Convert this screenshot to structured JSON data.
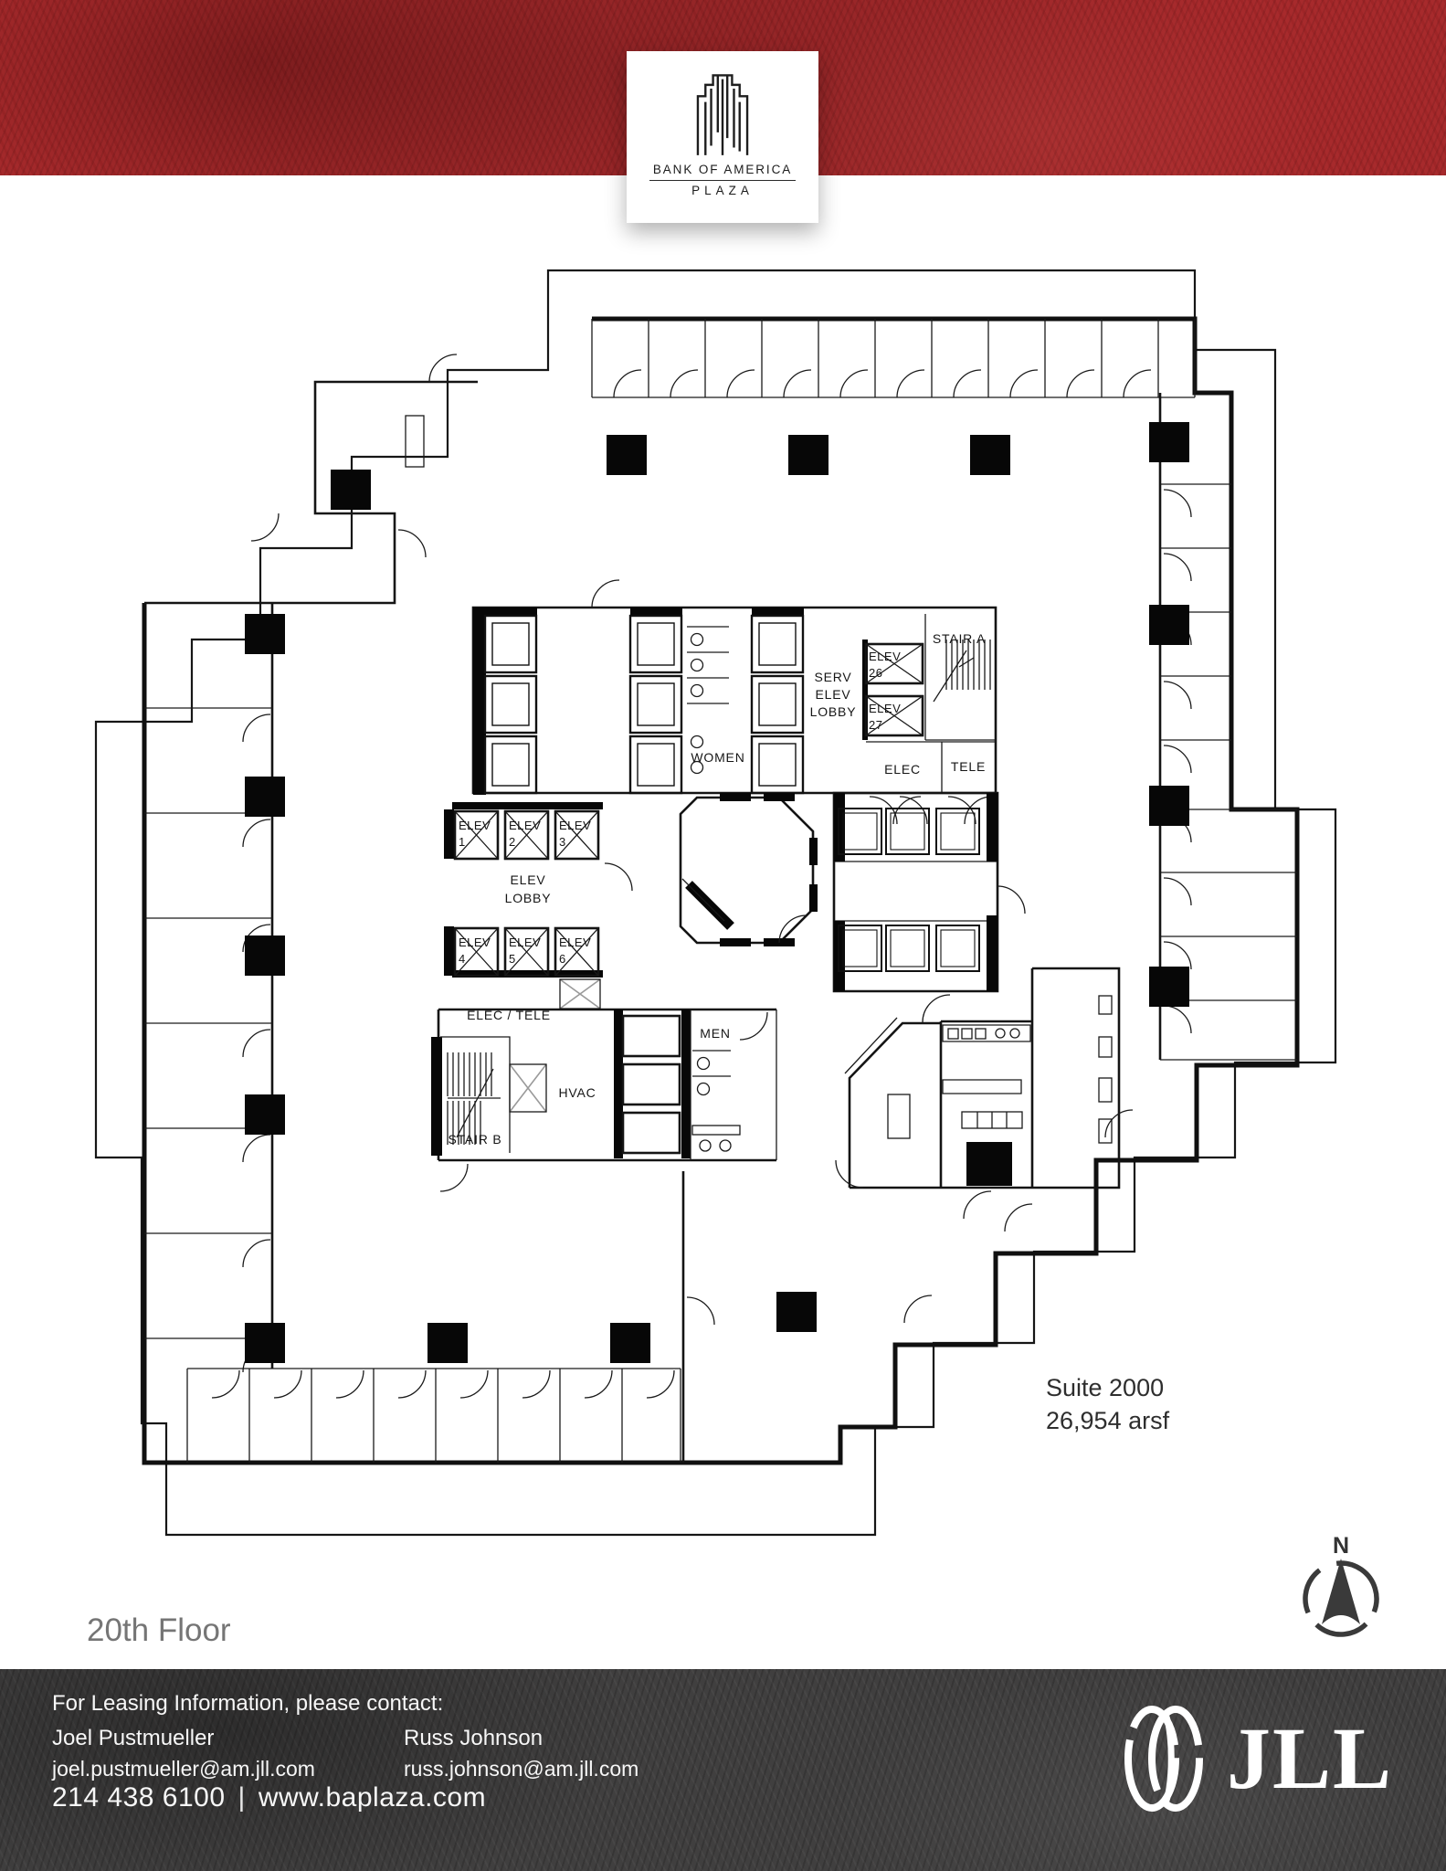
{
  "header": {
    "logo_line1": "BANK OF AMERICA",
    "logo_line2": "PLAZA"
  },
  "plan": {
    "suite_line1": "Suite 2000",
    "suite_line2": "26,954 arsf",
    "floor_label": "20th Floor",
    "north_label": "N",
    "elev_word": "ELEV",
    "elev_nums": [
      "1",
      "2",
      "3",
      "4",
      "5",
      "6",
      "26",
      "27"
    ],
    "serv_elev_lobby": [
      "SERV",
      "ELEV",
      "LOBBY"
    ],
    "elev_lobby": [
      "ELEV",
      "LOBBY"
    ],
    "rooms": {
      "stair_a": "STAIR A",
      "stair_b": "STAIR B",
      "women": "WOMEN",
      "men": "MEN",
      "elec": "ELEC",
      "tele": "TELE",
      "elec_tele": "ELEC / TELE",
      "hvac": "HVAC"
    }
  },
  "footer": {
    "heading": "For Leasing Information, please contact:",
    "contacts": [
      {
        "name": "Joel Pustmueller",
        "email": "joel.pustmueller@am.jll.com"
      },
      {
        "name": "Russ Johnson",
        "email": "russ.johnson@am.jll.com"
      }
    ],
    "phone": "214 438 6100",
    "separator": "|",
    "website": "www.baplaza.com",
    "brand": "JLL"
  },
  "colors": {
    "header_red": "#a72a2c",
    "footer_gray": "#403f3f",
    "ink": "#111111"
  }
}
